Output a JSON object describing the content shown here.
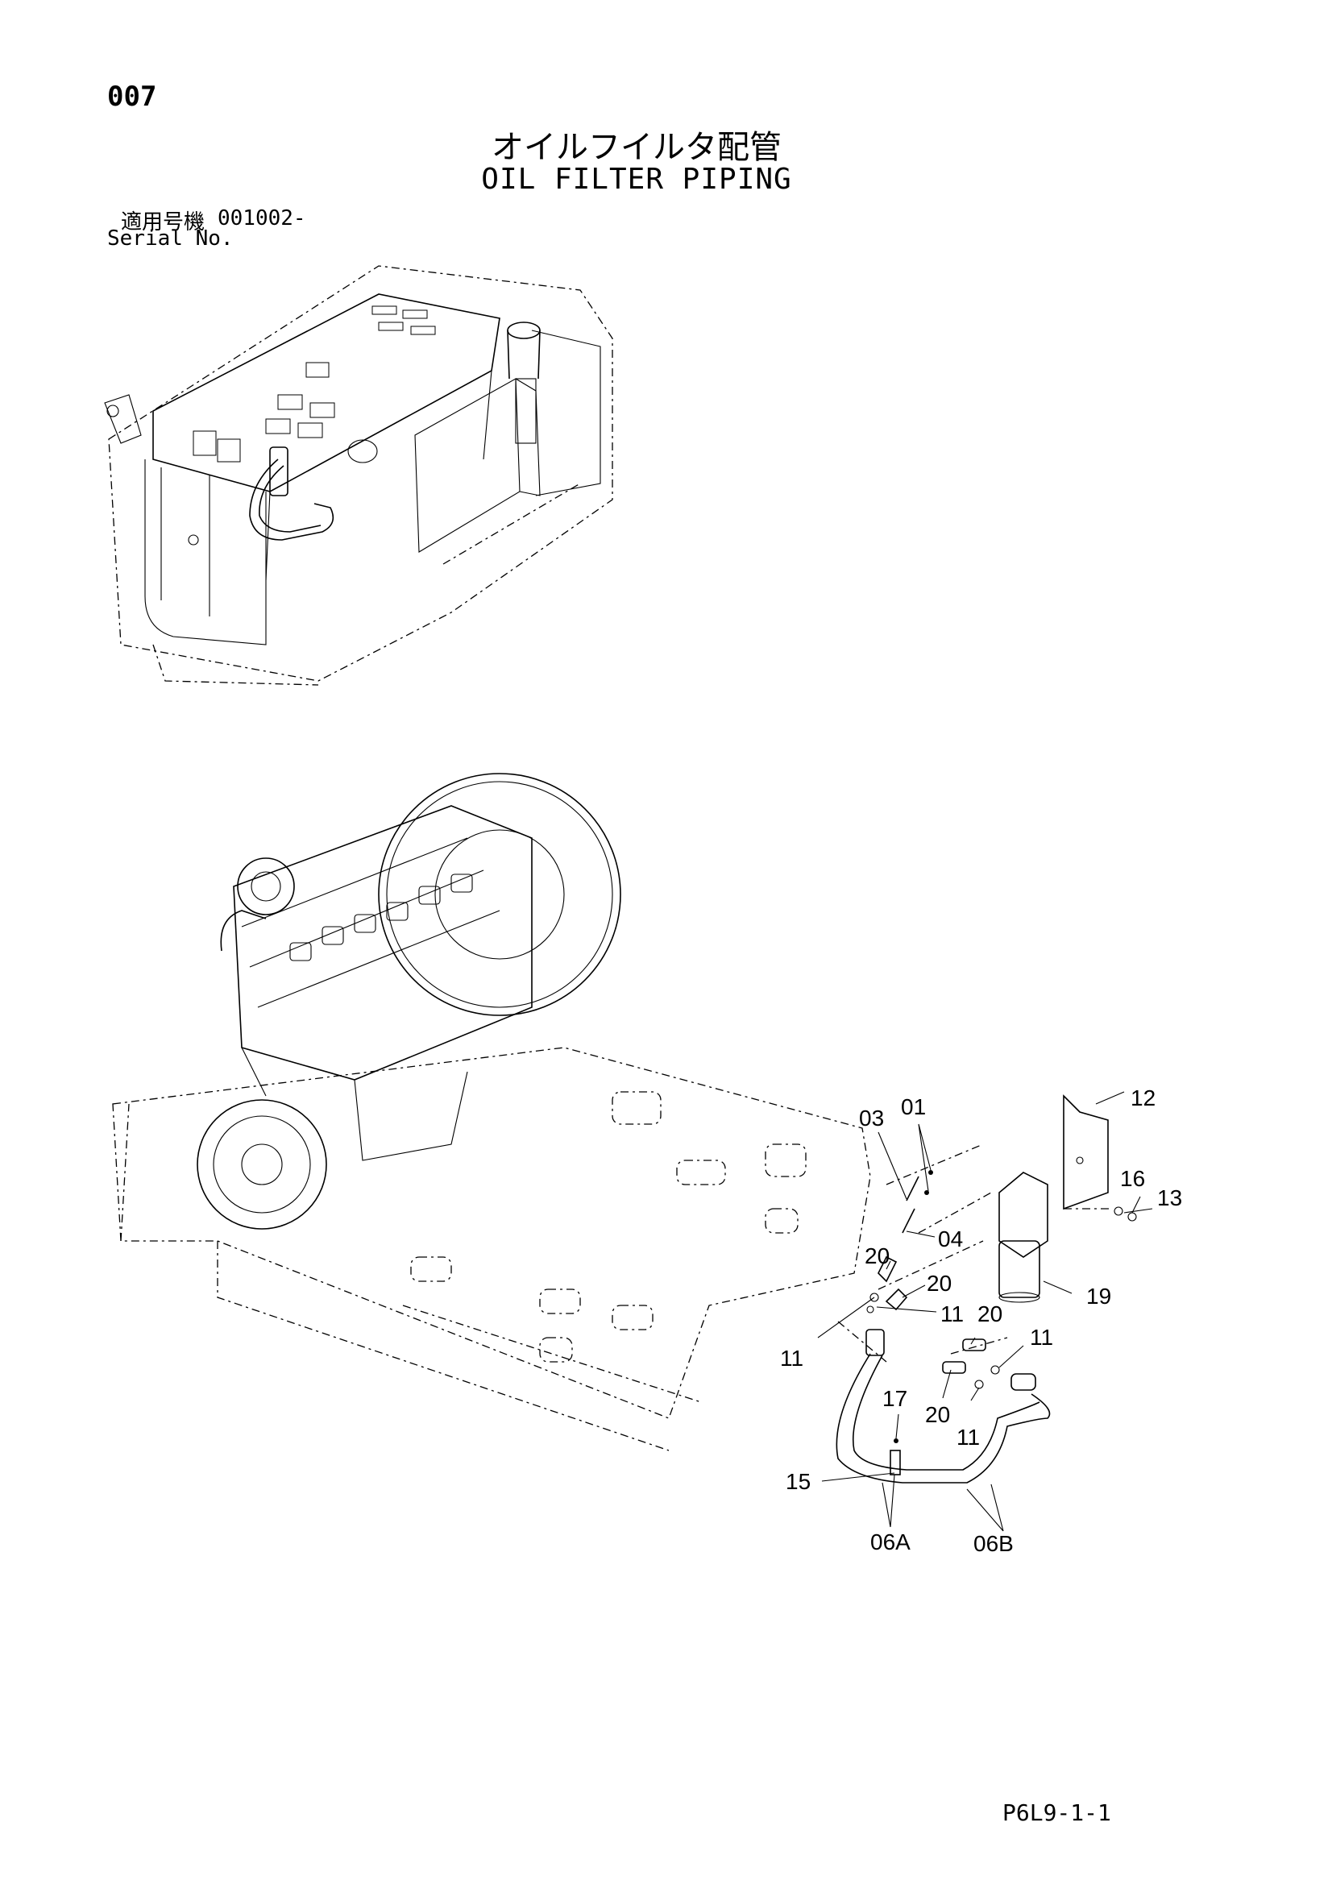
{
  "header": {
    "page_number": "007",
    "title_ja": "オイルフイルタ配管",
    "title_en": "OIL FILTER PIPING",
    "serial_label_ja": "適用号機",
    "serial_value": "001002-",
    "serial_label_en": "Serial No."
  },
  "callouts": {
    "c01": "01",
    "c03": "03",
    "c04": "04",
    "c06a": "06A",
    "c06b": "06B",
    "c11a": "11",
    "c11b": "11",
    "c11c": "11",
    "c11d": "11",
    "c12": "12",
    "c13": "13",
    "c15": "15",
    "c16": "16",
    "c17": "17",
    "c19": "19",
    "c20a": "20",
    "c20b": "20",
    "c20c": "20",
    "c20d": "20"
  },
  "footer": {
    "document_code": "P6L9-1-1"
  }
}
